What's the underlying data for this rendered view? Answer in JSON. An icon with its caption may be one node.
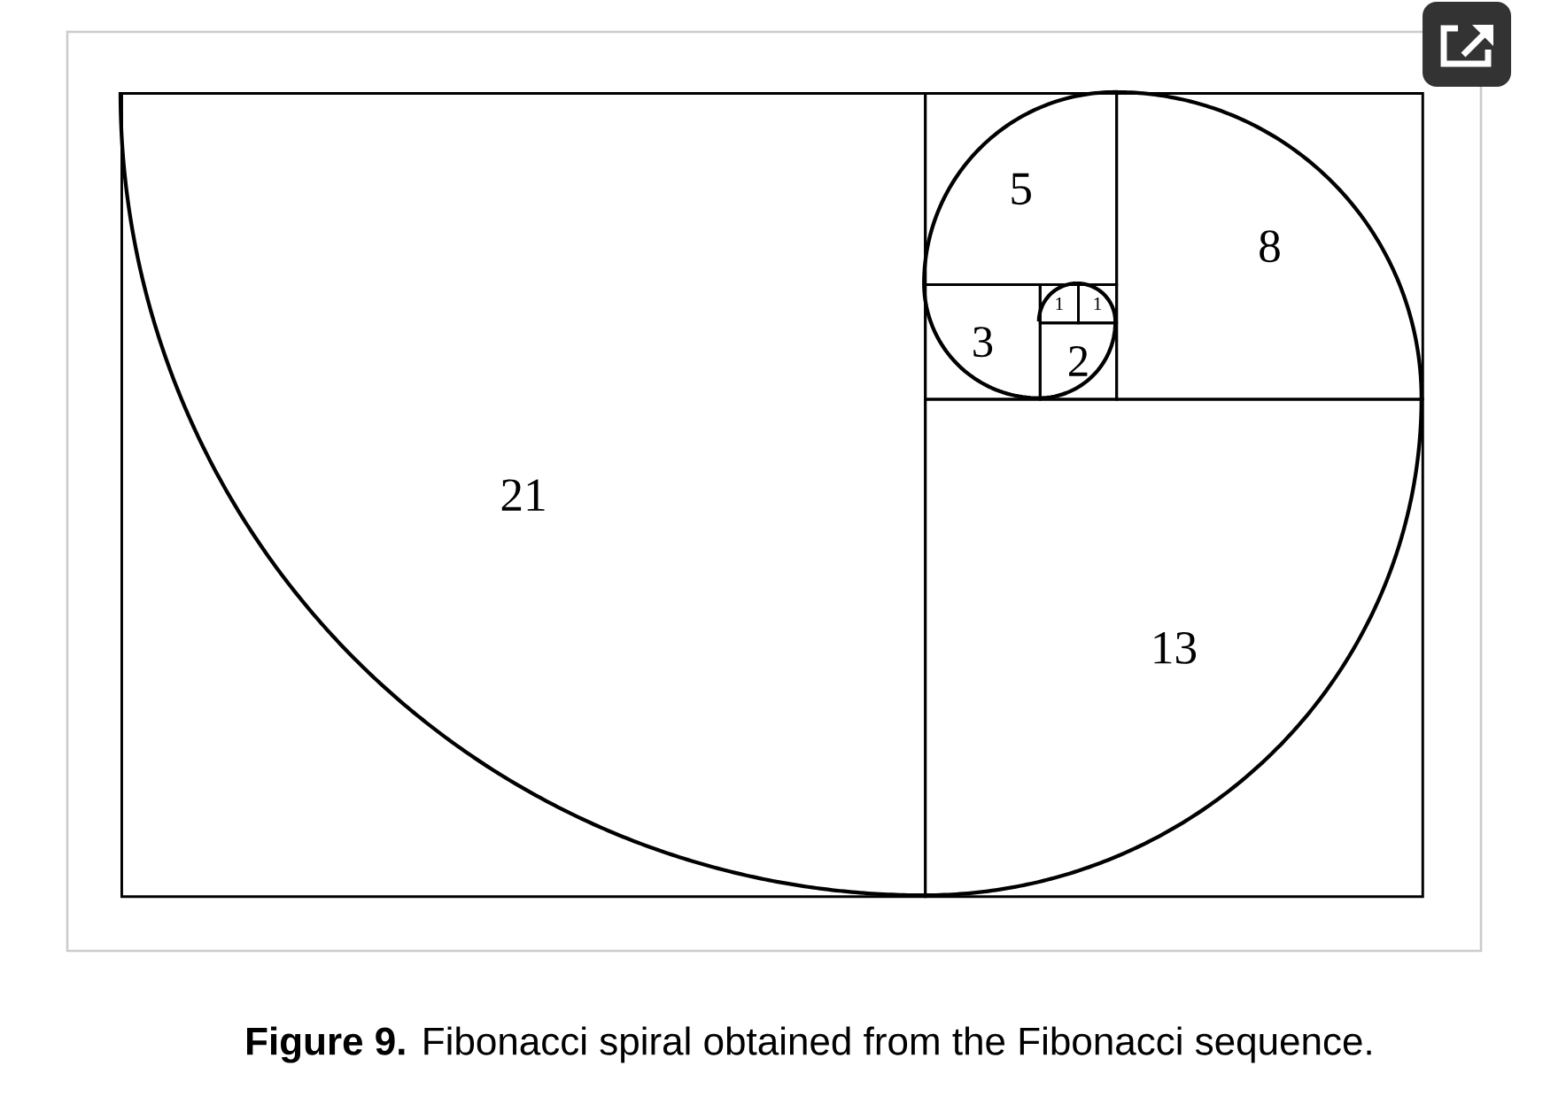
{
  "diagram": {
    "caption": "**Figure 9.** Fibonacci spiral obtained from the Fibonacci sequence.",
    "nodes": [
      {
        "text": [
          "21"
        ]
      },
      {
        "text": [
          "13"
        ]
      },
      {
        "text": [
          "8"
        ]
      },
      {
        "text": [
          "5"
        ]
      },
      {
        "text": [
          "3"
        ]
      },
      {
        "text": [
          "2"
        ]
      },
      {
        "text": [
          "1"
        ]
      },
      {
        "text": [
          "1"
        ]
      }
    ]
  }
}
